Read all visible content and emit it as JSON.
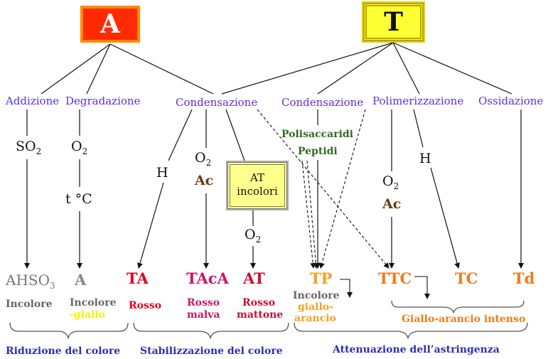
{
  "sources": {
    "a": "A",
    "t": "T"
  },
  "processes": {
    "addizione": "Addizione",
    "degradazione": "Degradazione",
    "condensazione_a": "Condensazione",
    "condensazione_t": "Condensazione",
    "polimerizzazione": "Polimerizzazione",
    "ossidazione": "Ossidazione"
  },
  "reagents": {
    "so2": "SO",
    "so2_sub": "2",
    "o2_deg": "O",
    "o2_deg_sub": "2",
    "temp": "t °C",
    "h_left": "H",
    "o2_cond": "O",
    "o2_cond_sub": "2",
    "ac_cond": "Ac",
    "polisaccaridi": "Polisaccaridi",
    "peptidi": "Peptidi",
    "o2_at": "O",
    "o2_at_sub": "2",
    "o2_poly": "O",
    "o2_poly_sub": "2",
    "ac_poly": "Ac",
    "h_right": "H"
  },
  "at_box": {
    "line1": "AT",
    "line2": "incolori"
  },
  "products": {
    "ahso3": "AHSO",
    "ahso3_sub": "3",
    "a": "A",
    "ta": "TA",
    "taca": "TAcA",
    "at": "AT",
    "tp": "TP",
    "ttc": "TTC",
    "tc": "TC",
    "td": "Td"
  },
  "descriptions": {
    "incolore": "Incolore",
    "incolore2": "Incolore",
    "giallo": "-giallo",
    "rosso": "Rosso",
    "rosso_malva_1": "Rosso",
    "rosso_malva_2": "malva",
    "rosso_mattone_1": "Rosso",
    "rosso_mattone_2": "mattone",
    "tp_incolore": "Incolore",
    "tp_giallo": "giallo-",
    "tp_arancio": "arancio",
    "giallo_arancio_intenso": "Giallo-arancio intenso"
  },
  "groups": {
    "riduzione": "Riduzione del colore",
    "stabilizzazione": "Stabilizzazione del colore",
    "attenuazione": "Attenuazione dell’astringenza"
  },
  "colors": {
    "box_a": "#ff2a00",
    "box_t": "#ffff33",
    "process": "#5b2fd6",
    "red": "#e3001b",
    "magenta": "#c8176b",
    "orange": "#f07a1a",
    "green": "#2f6b1f",
    "brown": "#6b3a10",
    "blue": "#2d2fb5",
    "yellow": "#f2f200"
  }
}
